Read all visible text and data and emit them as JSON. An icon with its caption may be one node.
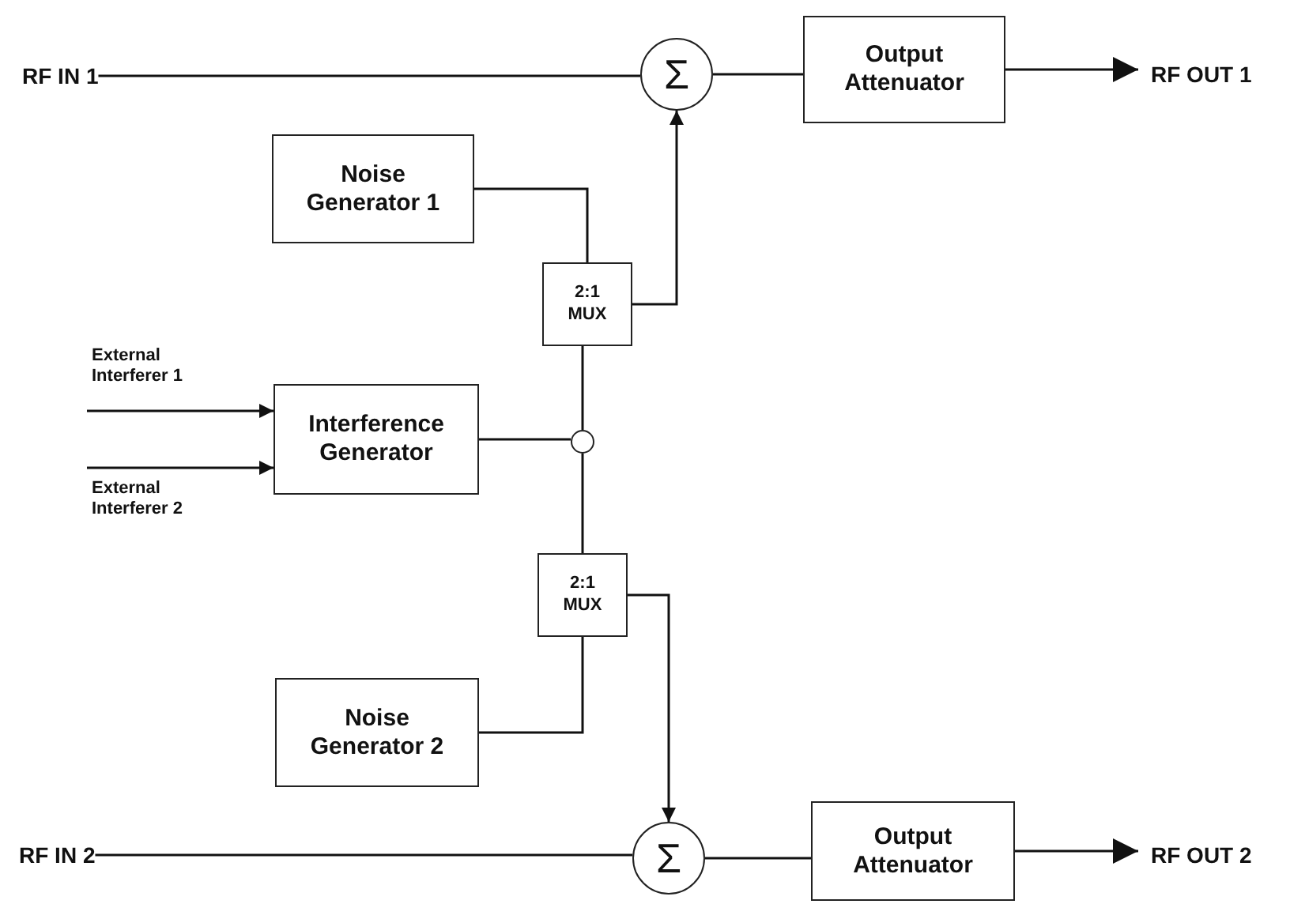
{
  "diagram": {
    "nodes": [
      {
        "text": [
          "RF IN 1"
        ]
      },
      {
        "text": [
          "Σ"
        ]
      },
      {
        "text": [
          "Output Attenuator"
        ]
      },
      {
        "text": [
          "RF OUT 1"
        ]
      },
      {
        "text": [
          "Noise Generator 1"
        ]
      },
      {
        "text": [
          "2:1 MUX"
        ]
      },
      {
        "text": [
          "Interference Generator"
        ]
      },
      {
        "text": [],
        "shape": "circle"
      },
      {
        "text": [
          "2:1 MUX"
        ]
      },
      {
        "text": [
          "Noise Generator 2"
        ]
      },
      {
        "text": [
          "RF IN 2"
        ]
      },
      {
        "text": [
          "Σ"
        ]
      },
      {
        "text": [
          "Output Attenuator"
        ]
      },
      {
        "text": [
          "RF OUT 2"
        ]
      }
    ],
    "edges": [
      {
        "from": 0,
        "to": 1,
        "arrow": "none"
      },
      {
        "from": 1,
        "to": 2,
        "arrow": "none"
      },
      {
        "from": 2,
        "to": 3,
        "arrow": "to"
      },
      {
        "from": 4,
        "to": 5,
        "arrow": "none"
      },
      {
        "from": 5,
        "to": 1,
        "arrow": "to"
      },
      {
        "from": null,
        "to": 6,
        "arrow": "to",
        "label": "External Interferer 1"
      },
      {
        "from": null,
        "to": 6,
        "arrow": "to",
        "label": "External Interferer 2"
      },
      {
        "from": 6,
        "to": 7,
        "arrow": "none"
      },
      {
        "from": 7,
        "to": 5,
        "arrow": "none"
      },
      {
        "from": 7,
        "to": 8,
        "arrow": "none"
      },
      {
        "from": 9,
        "to": 8,
        "arrow": "none"
      },
      {
        "from": 8,
        "to": 11,
        "arrow": "to"
      },
      {
        "from": 10,
        "to": 11,
        "arrow": "none"
      },
      {
        "from": 11,
        "to": 12,
        "arrow": "none"
      },
      {
        "from": 12,
        "to": 13,
        "arrow": "to"
      }
    ]
  }
}
